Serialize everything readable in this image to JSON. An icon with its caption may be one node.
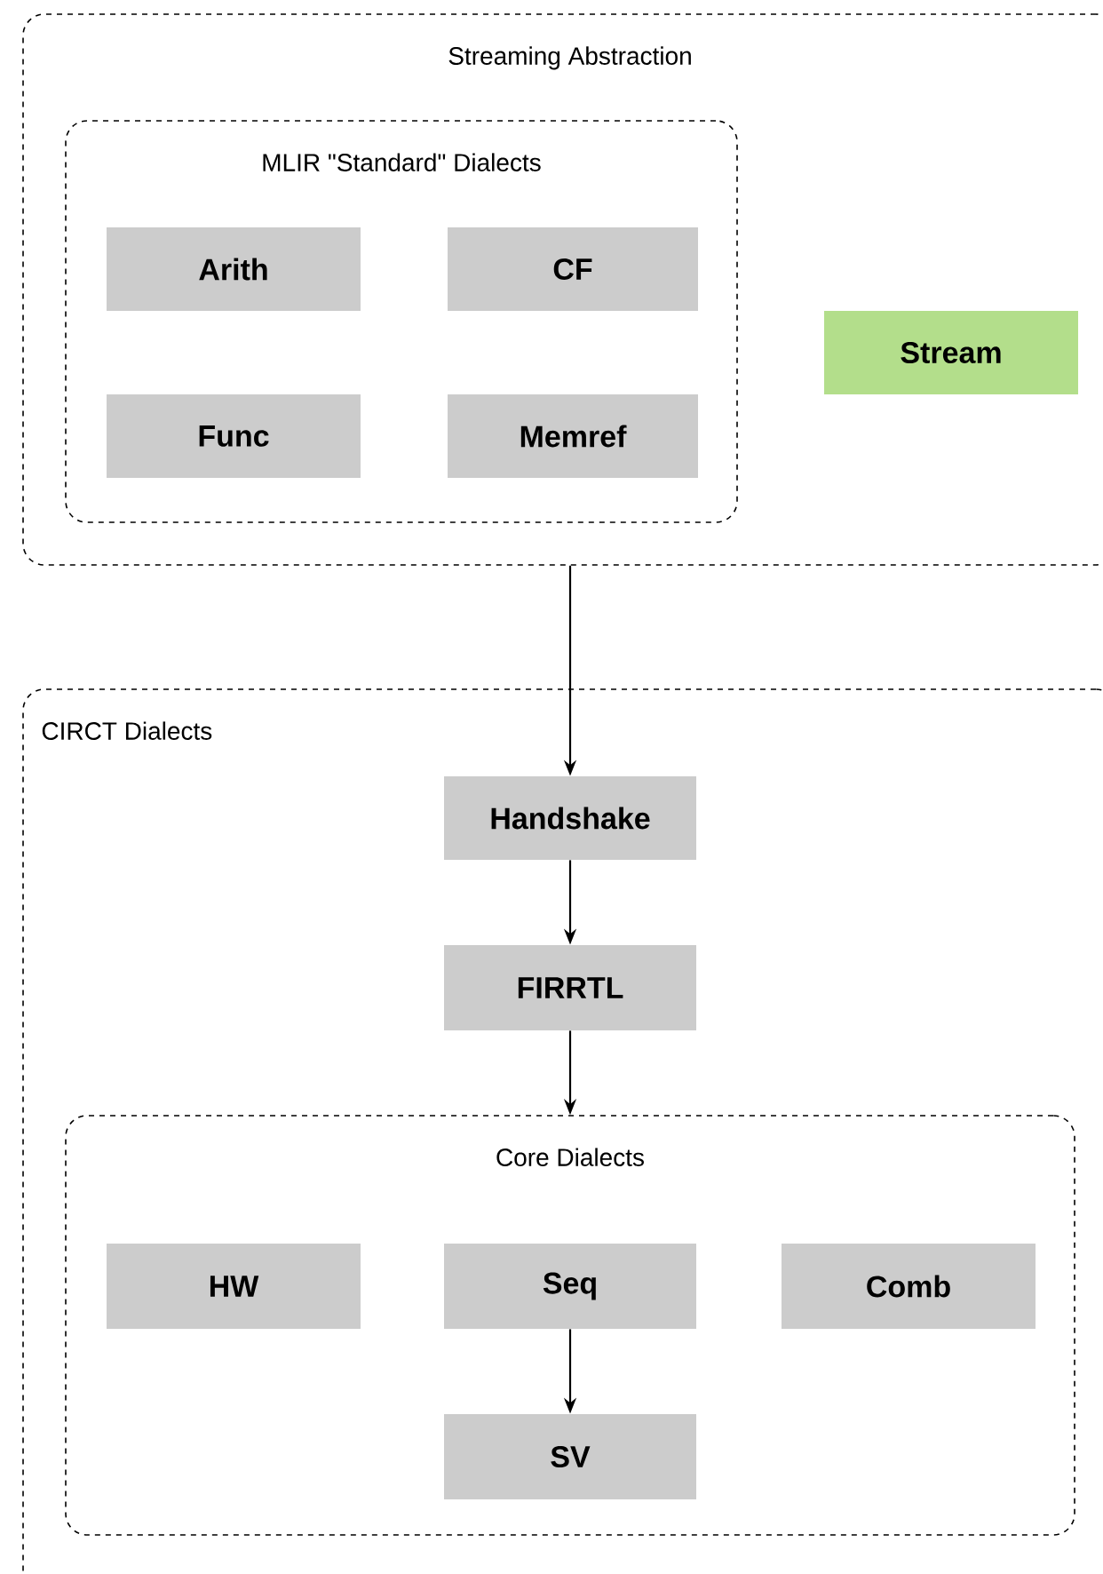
{
  "diagram": {
    "nodes": [
      {
        "text": [
          "Streaming Abstraction"
        ]
      },
      {
        "text": [
          "MLIR \"Standard\" Dialects"
        ],
        "in": 0
      },
      {
        "text": [
          "Arith"
        ],
        "in": 1
      },
      {
        "text": [
          "CF"
        ],
        "in": 1
      },
      {
        "text": [
          "Func"
        ],
        "in": 1
      },
      {
        "text": [
          "Memref"
        ],
        "in": 1
      },
      {
        "text": [
          "Stream"
        ],
        "in": 0
      },
      {
        "text": [
          "CIRCT Dialects"
        ]
      },
      {
        "text": [
          "Handshake"
        ],
        "in": 7
      },
      {
        "text": [
          "FIRRTL"
        ],
        "in": 7
      },
      {
        "text": [
          "Core Dialects"
        ],
        "in": 7
      },
      {
        "text": [
          "HW"
        ],
        "in": 10
      },
      {
        "text": [
          "Seq"
        ],
        "in": 10
      },
      {
        "text": [
          "Comb"
        ],
        "in": 10
      },
      {
        "text": [
          "SV"
        ],
        "in": 10
      }
    ],
    "edges": [
      {
        "from": 0,
        "to": 8,
        "arrow": "to"
      },
      {
        "from": 8,
        "to": 9,
        "arrow": "to"
      },
      {
        "from": 9,
        "to": 10,
        "arrow": "to"
      },
      {
        "from": 12,
        "to": 14,
        "arrow": "to"
      }
    ]
  }
}
